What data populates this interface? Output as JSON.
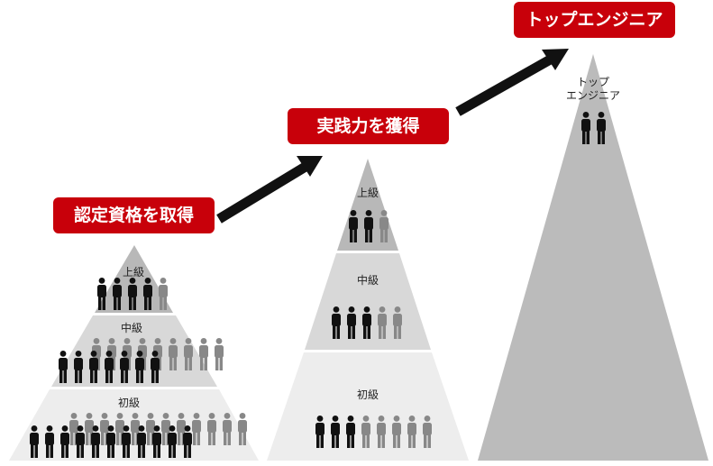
{
  "stage1": {
    "title": "認定資格を取得",
    "levels": [
      {
        "label": "上級",
        "dark": 4,
        "light": 1
      },
      {
        "label": "中級",
        "dark": 7,
        "light": 9
      },
      {
        "label": "初級",
        "dark": 11,
        "light": 12
      }
    ]
  },
  "stage2": {
    "title": "実践力を獲得",
    "levels": [
      {
        "label": "上級",
        "dark": 2,
        "light": 1
      },
      {
        "label": "中級",
        "dark": 3,
        "light": 2
      },
      {
        "label": "初級",
        "dark": 3,
        "light": 5
      }
    ]
  },
  "stage3": {
    "title": "トップエンジニア",
    "label_line1": "トップ",
    "label_line2": "エンジニア",
    "dark": 2
  },
  "colors": {
    "accent": "#c8000a",
    "person_dark": "#111111",
    "person_light": "#888888",
    "tier_top": "#b8b8b8",
    "tier_mid": "#d8d8d8",
    "tier_bottom": "#ededed",
    "tall_peak": "#bbbbbb"
  }
}
